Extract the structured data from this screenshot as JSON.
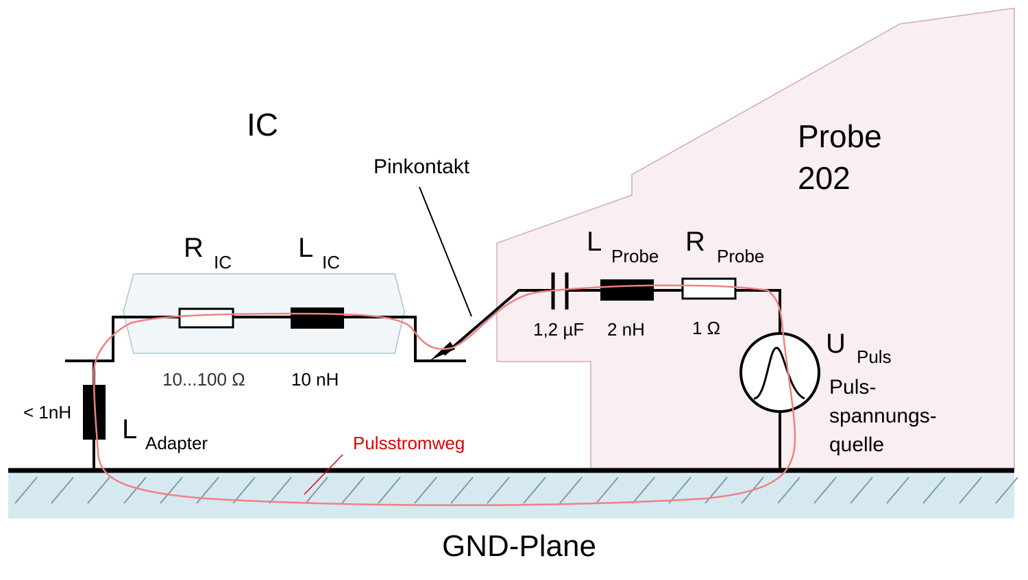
{
  "labels": {
    "ic": "IC",
    "probe_line1": "Probe",
    "probe_line2": "202",
    "pinkontakt": "Pinkontakt",
    "gnd_plane": "GND-Plane",
    "pulsstromweg": "Pulsstromweg",
    "source_line1": "Puls-",
    "source_line2": "spannungs-",
    "source_line3": "quelle"
  },
  "components": {
    "r_ic": {
      "symbol": "R",
      "subscript": "IC",
      "value": "10...100 Ω"
    },
    "l_ic": {
      "symbol": "L",
      "subscript": "IC",
      "value": "10 nH"
    },
    "l_adapter": {
      "symbol": "L",
      "subscript": "Adapter",
      "value": "< 1nH"
    },
    "capacitor": {
      "value": "1,2 µF"
    },
    "l_probe": {
      "symbol": "L",
      "subscript": "Probe",
      "value": "2 nH"
    },
    "r_probe": {
      "symbol": "R",
      "subscript": "Probe",
      "value": "1 Ω"
    },
    "u_puls": {
      "symbol": "U",
      "subscript": "Puls"
    }
  },
  "colors": {
    "probe_fill": "#f9eef2",
    "probe_stroke": "#d4a9b3",
    "ic_fill": "#eef5f9",
    "ic_stroke": "#a7c3d3",
    "gnd_fill": "#d6e9f1",
    "gnd_hatch": "#7f9aa8",
    "current_path": "#f08080",
    "current_label": "#e00000",
    "wire": "#000000"
  }
}
